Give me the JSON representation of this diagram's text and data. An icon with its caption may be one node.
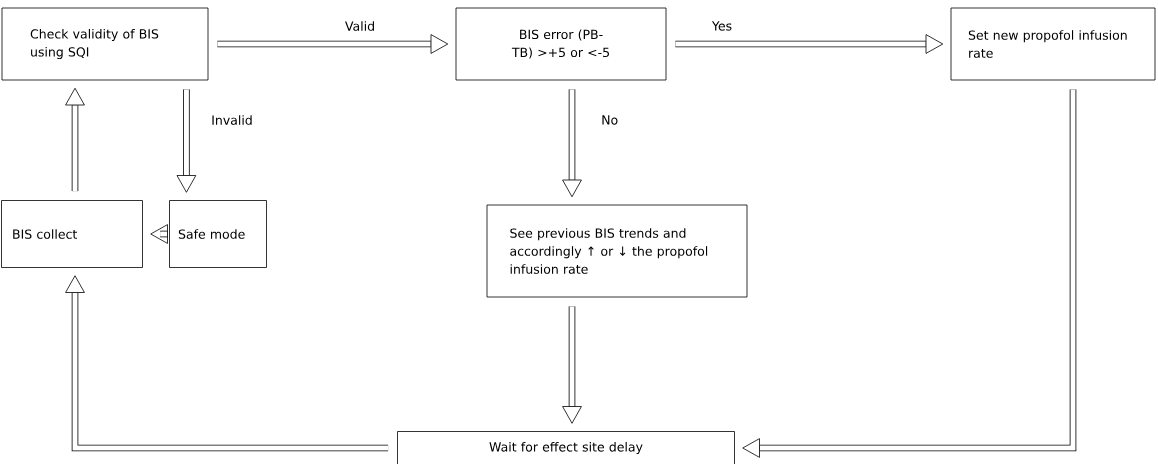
{
  "diagram": {
    "nodes": [
      {
        "text": [
          "Check validity of BIS using SQI"
        ]
      },
      {
        "text": [
          "BIS error  (PB-TB) >+5 or <-5"
        ]
      },
      {
        "text": [
          "Set new propofol infusion rate"
        ]
      },
      {
        "text": [
          "BIS collect"
        ]
      },
      {
        "text": [
          "Safe mode"
        ]
      },
      {
        "text": [
          "See previous BIS trends and accordingly ↑ or ↓ the propofol infusion rate"
        ]
      },
      {
        "text": [
          "Wait for effect site delay"
        ]
      }
    ],
    "edges": [
      {
        "from": 0,
        "to": 1,
        "arrow": "to",
        "label": "Valid"
      },
      {
        "from": 1,
        "to": 2,
        "arrow": "to",
        "label": "Yes"
      },
      {
        "from": 0,
        "to": 4,
        "arrow": "to",
        "label": "Invalid"
      },
      {
        "from": 1,
        "to": 5,
        "arrow": "to",
        "label": "No"
      },
      {
        "from": 4,
        "to": 3,
        "arrow": "to"
      },
      {
        "from": 3,
        "to": 0,
        "arrow": "to"
      },
      {
        "from": 5,
        "to": 6,
        "arrow": "to"
      },
      {
        "from": 2,
        "to": 6,
        "arrow": "to"
      },
      {
        "from": 6,
        "to": 3,
        "arrow": "to"
      }
    ]
  }
}
